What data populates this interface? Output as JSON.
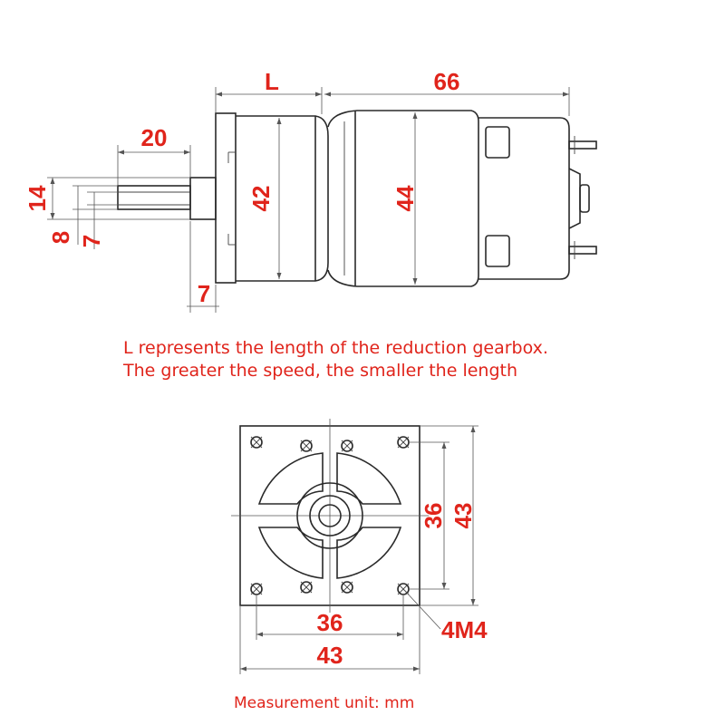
{
  "side_view": {
    "dims": {
      "length": "L",
      "motor_length": "66",
      "shaft_length": "20",
      "flange_height": "42",
      "motor_diameter": "44",
      "shaft_outer": "14",
      "shaft_diameter": "8",
      "flat_width": "7",
      "flange_thickness": "7"
    }
  },
  "notes": {
    "line1": "L represents the length of the reduction gearbox.",
    "line2": "The greater the speed, the smaller the length"
  },
  "front_view": {
    "dims": {
      "hole_spacing_v": "36",
      "flange_size_v": "43",
      "hole_spacing_h": "36",
      "flange_size_h": "43",
      "screw_spec": "4M4"
    }
  },
  "footer": {
    "unit_label": "Measurement unit: mm"
  },
  "colors": {
    "dimension_text": "#e0241b",
    "line": "#2a2a2a"
  }
}
